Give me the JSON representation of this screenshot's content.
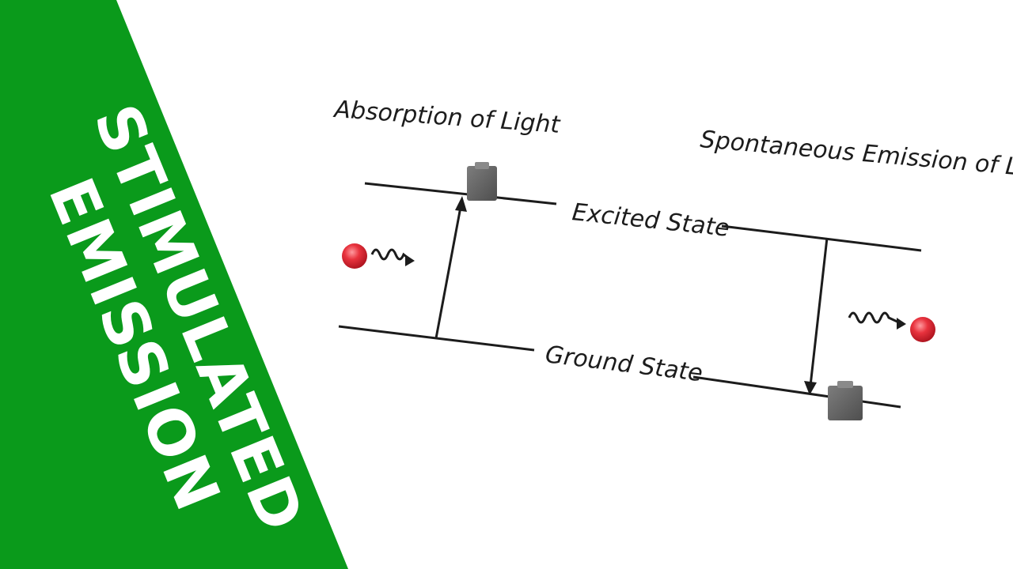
{
  "banner": {
    "line1": "STIMULATED",
    "line2": "EMISSION",
    "color": "#0a9a1b"
  },
  "labels": {
    "absorption": "Absorption of Light",
    "spontaneous": "Spontaneous Emission of Ligh",
    "excited": "Excited State",
    "ground": "Ground State"
  },
  "colors": {
    "ink": "#1c1c1c",
    "photon": "#e0303a",
    "electron_block": "#6b6b6b"
  },
  "icons": {
    "photon": "red-sphere",
    "electron": "grey-brick"
  }
}
